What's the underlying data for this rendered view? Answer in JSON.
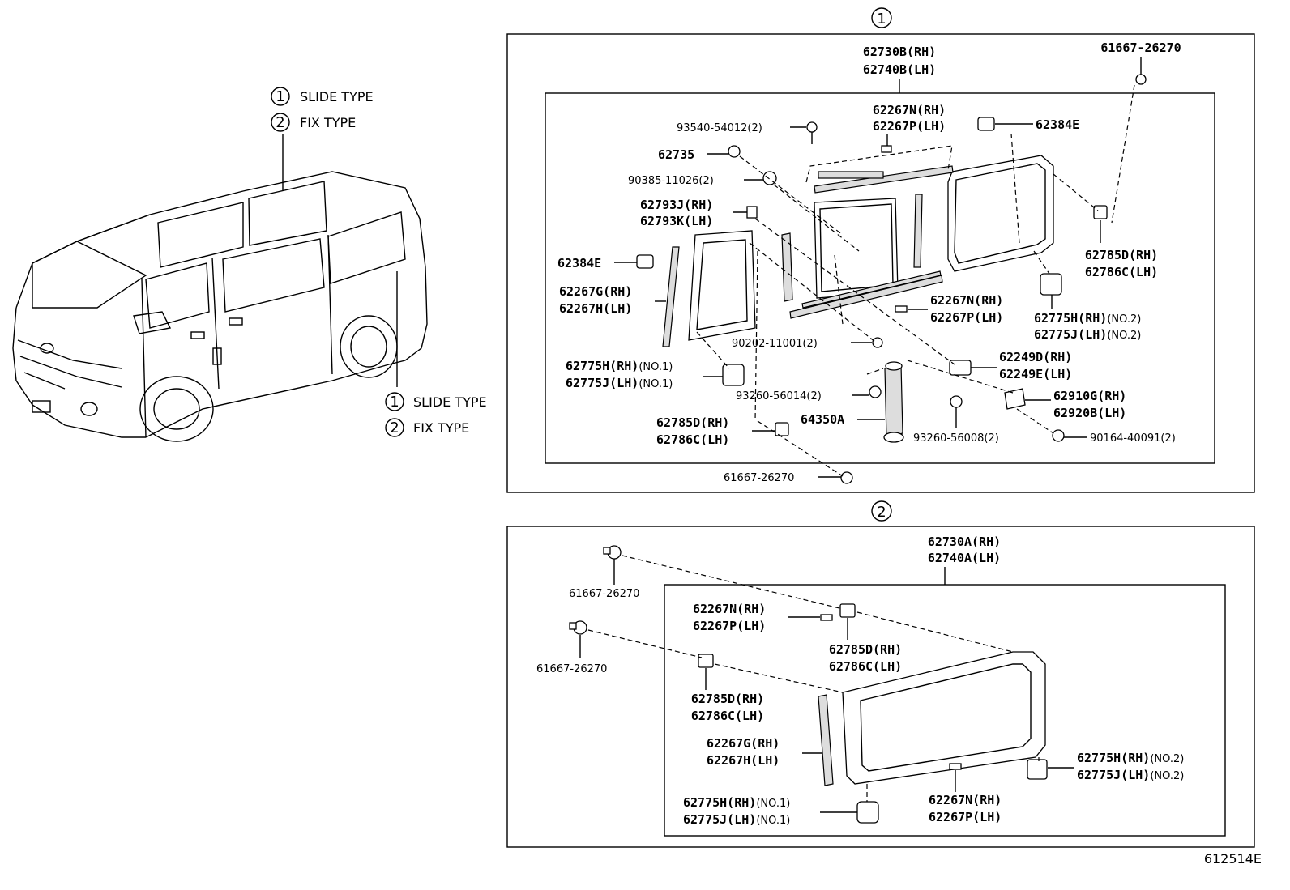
{
  "legend": {
    "top": [
      {
        "num": "1",
        "text": "SLIDE TYPE"
      },
      {
        "num": "2",
        "text": "FIX TYPE"
      }
    ],
    "bottom": [
      {
        "num": "1",
        "text": "SLIDE TYPE"
      },
      {
        "num": "2",
        "text": "FIX TYPE"
      }
    ]
  },
  "section1": {
    "marker": "1",
    "title": [
      "62730B(RH)",
      "62740B(LH)"
    ],
    "clip_top_right": "61667-26270",
    "p_62267N_top": [
      "62267N(RH)",
      "62267P(LH)"
    ],
    "p_93540": "93540-54012(2)",
    "p_62384E_right": "62384E",
    "p_62735": "62735",
    "p_90385": "90385-11026(2)",
    "p_62793": [
      "62793J(RH)",
      "62793K(LH)"
    ],
    "p_62384E_left": "62384E",
    "p_62267G": [
      "62267G(RH)",
      "62267H(LH)"
    ],
    "p_62785D_right": [
      "62785D(RH)",
      "62786C(LH)"
    ],
    "p_62267N_mid": [
      "62267N(RH)",
      "62267P(LH)"
    ],
    "p_62775H_no2": [
      {
        "code": "62775H(RH)",
        "note": "(NO.2)"
      },
      {
        "code": "62775J(LH)",
        "note": "(NO.2)"
      }
    ],
    "p_90202": "90202-11001(2)",
    "p_62775H_no1": [
      {
        "code": "62775H(RH)",
        "note": "(NO.1)"
      },
      {
        "code": "62775J(LH)",
        "note": "(NO.1)"
      }
    ],
    "p_62249D": [
      "62249D(RH)",
      "62249E(LH)"
    ],
    "p_93260_56014": "93260-56014(2)",
    "p_62910G": [
      "62910G(RH)",
      "62920B(LH)"
    ],
    "p_62785D_left": [
      "62785D(RH)",
      "62786C(LH)"
    ],
    "p_64350A": "64350A",
    "p_93260_56008": "93260-56008(2)",
    "p_90164": "90164-40091(2)",
    "clip_bottom": "61667-26270"
  },
  "section2": {
    "marker": "2",
    "title": [
      "62730A(RH)",
      "62740A(LH)"
    ],
    "clip_a": "61667-26270",
    "clip_b": "61667-26270",
    "p_62267N_top": [
      "62267N(RH)",
      "62267P(LH)"
    ],
    "p_62785D_mid": [
      "62785D(RH)",
      "62786C(LH)"
    ],
    "p_62785D_left": [
      "62785D(RH)",
      "62786C(LH)"
    ],
    "p_62267G": [
      "62267G(RH)",
      "62267H(LH)"
    ],
    "p_62775H_no2": [
      {
        "code": "62775H(RH)",
        "note": "(NO.2)"
      },
      {
        "code": "62775J(LH)",
        "note": "(NO.2)"
      }
    ],
    "p_62775H_no1": [
      {
        "code": "62775H(RH)",
        "note": "(NO.1)"
      },
      {
        "code": "62775J(LH)",
        "note": "(NO.1)"
      }
    ],
    "p_62267N_bottom": [
      "62267N(RH)",
      "62267P(LH)"
    ]
  },
  "diagram_id": "612514E"
}
